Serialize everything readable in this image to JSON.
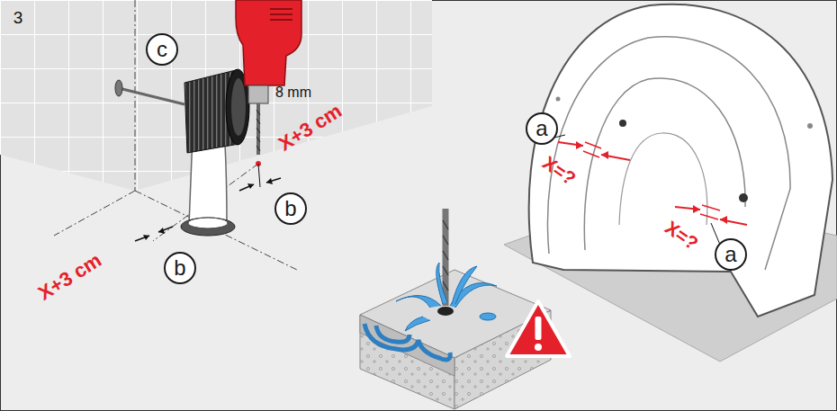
{
  "diagram": {
    "nodes": [
      {
        "text": [
          "c"
        ]
      },
      {
        "text": [
          "a"
        ]
      },
      {
        "text": [
          "b"
        ]
      },
      {
        "text": [
          "a"
        ]
      },
      {
        "text": [
          "b"
        ]
      }
    ],
    "labels": [
      "3",
      "8 mm",
      "X+3 cm",
      "X=?",
      "X=?",
      "X+3 cm"
    ]
  }
}
